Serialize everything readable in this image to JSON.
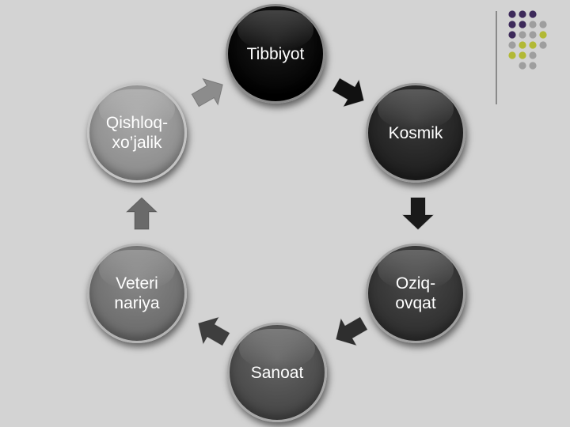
{
  "diagram": {
    "nodes": [
      {
        "id": "tibbiyot",
        "label": "Tibbiyot"
      },
      {
        "id": "kosmik",
        "label": "Kosmik"
      },
      {
        "id": "oziq",
        "label": "Oziq-\novqat"
      },
      {
        "id": "sanoat",
        "label": "Sanoat"
      },
      {
        "id": "veteri",
        "label": "Veteri\nnariya"
      },
      {
        "id": "qishloq",
        "label": "Qishloq-\nxo’jalik"
      }
    ],
    "arrow_colors": [
      "#111111",
      "#1a1a1a",
      "#2e2e2e",
      "#3e3e3e",
      "#6a6a6a",
      "#8c8c8c"
    ]
  },
  "decoration": {
    "dot_colors": {
      "purple": "#3d2a5a",
      "gray": "#9e9e9e",
      "lime": "#b2b935"
    }
  }
}
